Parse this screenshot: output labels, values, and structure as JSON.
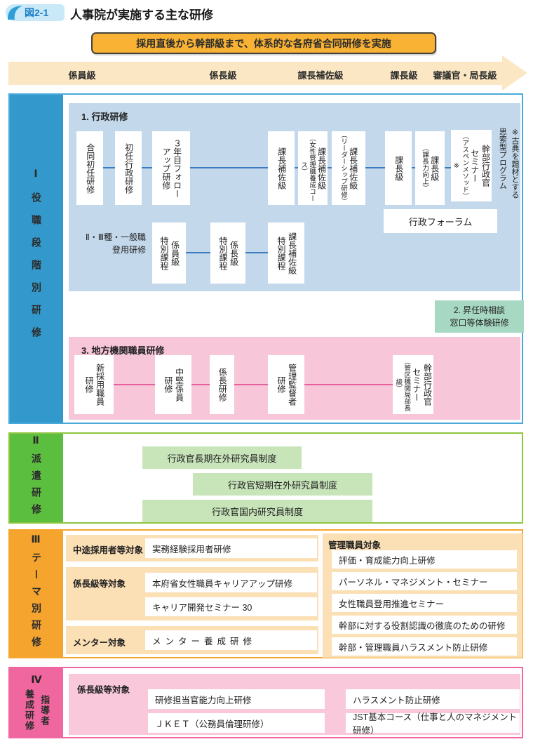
{
  "header": {
    "fig_label": "図2-1",
    "title": "人事院が実施する主な研修"
  },
  "banner": {
    "text": "採用直後から幹部級まで、体系的な各府省合同研修を実施"
  },
  "arrow": {
    "levels": [
      "係員級",
      "係長級",
      "課長補佐級",
      "課長級",
      "審議官・局長級"
    ]
  },
  "section1": {
    "sidebar_num": "Ⅰ",
    "sidebar_label": "役職段階別研修",
    "panel1_title": "1. 行政研修",
    "row1": [
      {
        "t": "合同初任研修"
      },
      {
        "t": "初任行政研修"
      },
      {
        "t": "３年目フォロー\nアップ研修"
      },
      {
        "t": "課長補佐級"
      },
      {
        "t": "課長補佐級",
        "sub": "（女性管理職養成コース）"
      },
      {
        "t": "課長補佐級",
        "sub": "（リーダーシップ研修）"
      },
      {
        "t": "課長級"
      },
      {
        "t": "課長級",
        "sub": "（課長力向上）"
      },
      {
        "t": "幹部行政官\nセミナー",
        "sub": "（アスペンメソッド）※"
      }
    ],
    "note": "※古典を題材とする\n思索型プログラム",
    "forum": "行政フォーラム",
    "row2_label": "Ⅱ・Ⅲ種・一般職\n登用研修",
    "row2": [
      {
        "t": "係員級\n特別課程"
      },
      {
        "t": "係長級\n特別課程"
      },
      {
        "t": "課長補佐級\n特別課程"
      }
    ],
    "box2": "2. 昇任時相談\n窓口等体験研修",
    "panel3_title": "3. 地方機関職員研修",
    "row3": [
      {
        "t": "新採用職員\n研修"
      },
      {
        "t": "中堅係員\n研修"
      },
      {
        "t": "係長研修"
      },
      {
        "t": "管理監督者\n研修"
      },
      {
        "t": "幹部行政官\nセミナー",
        "sub": "（管区機関局部長級）"
      }
    ]
  },
  "section2": {
    "sidebar_num": "Ⅱ",
    "sidebar_label": "派遣研修",
    "items": [
      "行政官長期在外研究員制度",
      "行政官短期在外研究員制度",
      "行政官国内研究員制度"
    ]
  },
  "section3": {
    "sidebar_num": "Ⅲ",
    "sidebar_label": "テーマ別研修",
    "left": [
      {
        "label": "中途採用者等対象",
        "items": [
          "実務経験採用者研修"
        ]
      },
      {
        "label": "係長級等対象",
        "items": [
          "本府省女性職員キャリアアップ研修",
          "キャリア開発セミナー 30"
        ]
      },
      {
        "label": "メンター対象",
        "items": [
          "メンター養成研修"
        ]
      }
    ],
    "right": {
      "label": "管理職員対象",
      "items": [
        "評価・育成能力向上研修",
        "パーソネル・マネジメント・セミナー",
        "女性職員登用推進セミナー",
        "幹部に対する役割認識の徹底のための研修",
        "幹部・管理職員ハラスメント防止研修"
      ]
    }
  },
  "section4": {
    "sidebar_num": "Ⅳ",
    "sidebar_cols": "指導者\n養成研修",
    "label": "係長級等対象",
    "left_items": [
      "研修担当官能力向上研修",
      "ＪＫＥＴ（公務員倫理研修）"
    ],
    "right_items": [
      "ハラスメント防止研修",
      "JST基本コース（仕事と人のマネジメント研修）"
    ]
  },
  "colors": {
    "section1_sidebar": "#3399CC",
    "section1_border": "#49A9DA",
    "panel_blue": "#C3D8EB",
    "connector_blue": "#3B7CC0",
    "mint_box": "#A6D8C3",
    "panel_pink": "#F8C6D9",
    "connector_pink": "#E4619C",
    "section2_sidebar": "#5CBE3F",
    "section2_border": "#8CC63F",
    "item_green": "#C8E5BA",
    "section3_sidebar": "#F5A42E",
    "band_orange": "#FBDFB5",
    "section4_sidebar": "#F0679F",
    "band_pink": "#F9C9DB",
    "banner_orange": "#F9B234",
    "arrow_cream": "#FBE7C3",
    "badge_blue": "#2E9FD6"
  }
}
